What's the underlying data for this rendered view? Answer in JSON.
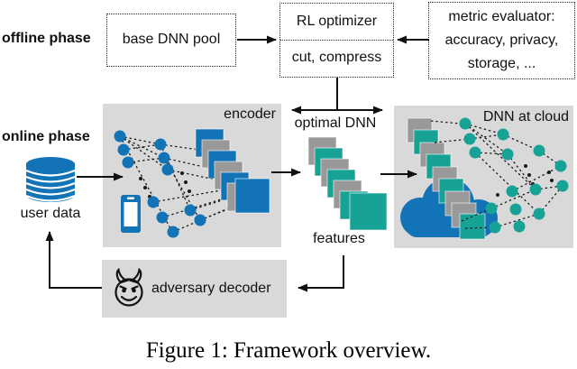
{
  "figure": {
    "caption": "Figure 1: Framework overview.",
    "offline": {
      "phase_label": "offline phase",
      "base_dnn_pool": "base DNN pool",
      "rl_optimizer": "RL optimizer",
      "rl_actions": "cut, compress",
      "metric_evaluator": {
        "line1": "metric evaluator:",
        "line2": "accuracy, privacy,",
        "line3": "storage, ..."
      }
    },
    "online": {
      "phase_label": "online phase",
      "user_data": "user data",
      "encoder": "encoder",
      "optimal_dnn": "optimal DNN",
      "features": "features",
      "dnn_at_cloud": "DNN at cloud",
      "adversary_decoder": "adversary decoder"
    },
    "icons": {
      "user_data": "database-icon",
      "encoder_device": "smartphone-icon",
      "cloud": "cloud-icon",
      "adversary": "devil-icon"
    },
    "colors": {
      "blue": "#1273b7",
      "teal": "#17a296",
      "graysq": "#999999",
      "panel": "#d9d9d9",
      "ink": "#111111"
    }
  }
}
